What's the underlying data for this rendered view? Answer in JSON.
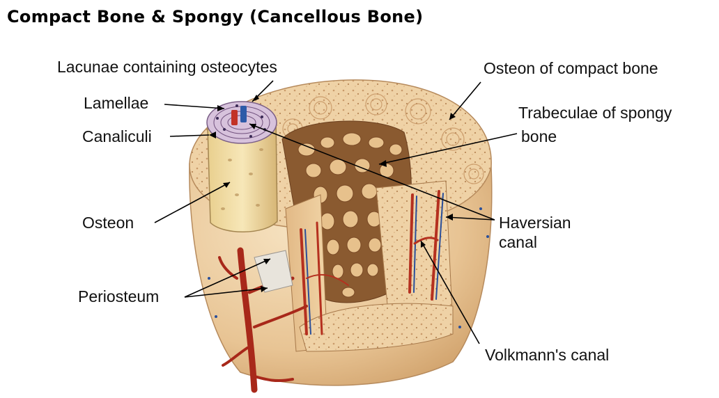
{
  "title": "Compact Bone & Spongy (Cancellous Bone)",
  "labels": {
    "lacunae": "Lacunae containing osteocytes",
    "lamellae": "Lamellae",
    "canaliculi": "Canaliculi",
    "osteon": "Osteon",
    "periosteum": "Periosteum",
    "osteon_compact": "Osteon of compact bone",
    "trabeculae_line1": "Trabeculae of  spongy",
    "trabeculae_line2": "bone",
    "haversian_line1": "Haversian",
    "haversian_line2": "canal",
    "volkmann": "Volkmann's canal"
  },
  "colors": {
    "bone_light": "#f3dcb4",
    "bone_mid": "#e6c08e",
    "bone_shadow": "#c89a66",
    "spongy_dark": "#7a4a26",
    "vessel_red": "#b5301f",
    "vessel_blue": "#2a4f9a"
  }
}
